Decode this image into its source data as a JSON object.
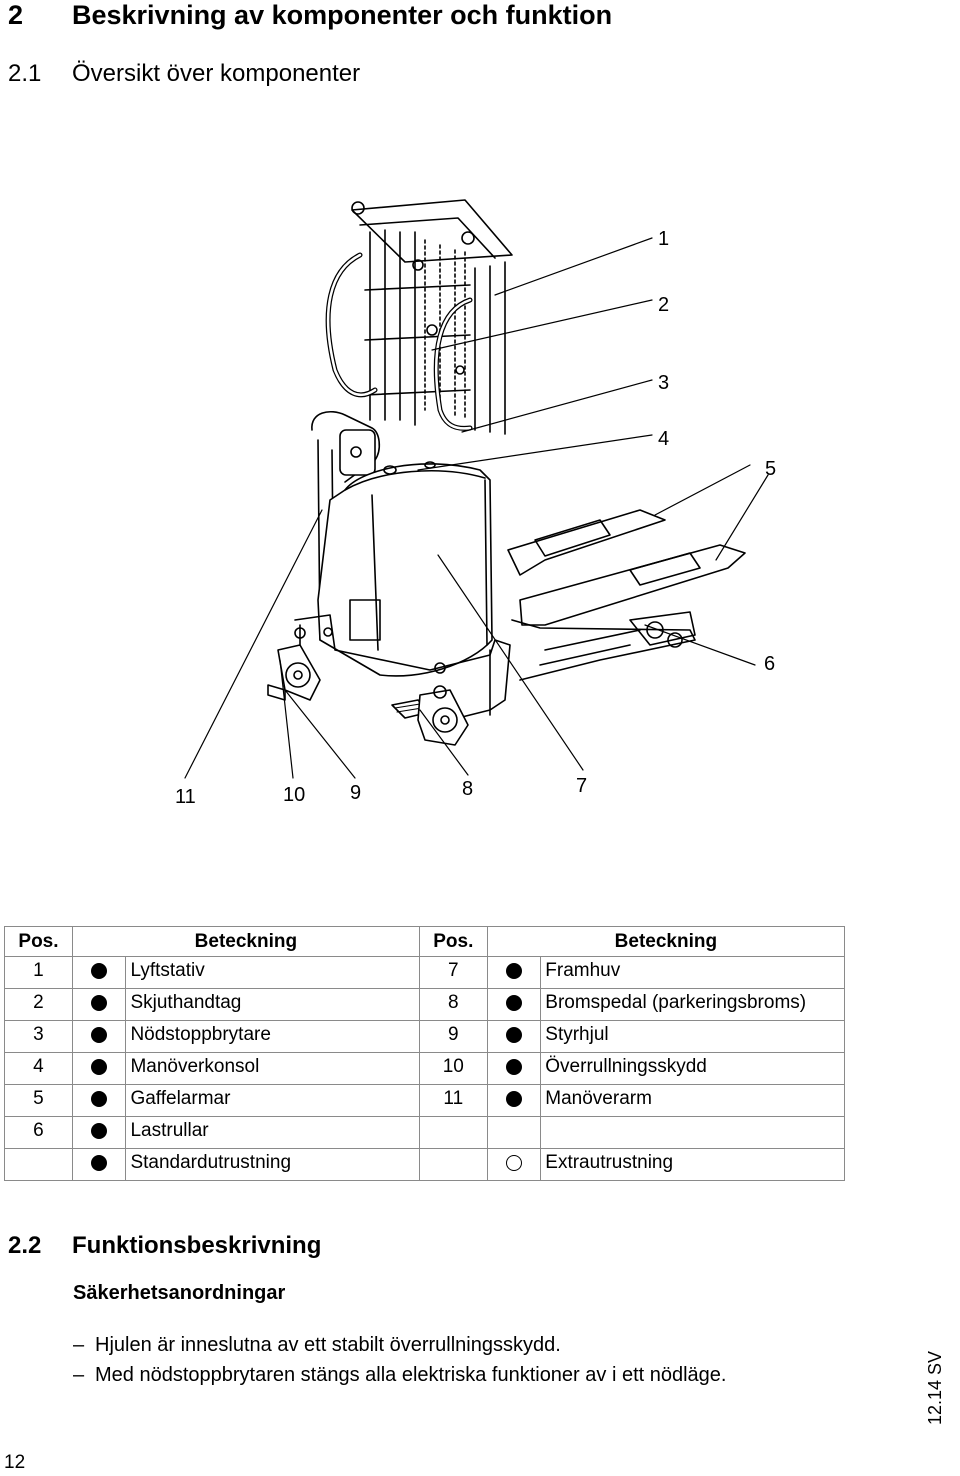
{
  "heading": {
    "number": "2",
    "title": "Beskrivning av komponenter och funktion"
  },
  "subheading": {
    "number": "2.1",
    "title": "Översikt över komponenter"
  },
  "callouts": [
    "1",
    "2",
    "3",
    "4",
    "5",
    "6",
    "7",
    "8",
    "9",
    "10",
    "11"
  ],
  "table": {
    "header": {
      "pos1": "Pos.",
      "name1": "Beteckning",
      "pos2": "Pos.",
      "name2": "Beteckning"
    },
    "rows": [
      {
        "pos1": "1",
        "name1": "Lyftstativ",
        "pos2": "7",
        "name2": "Framhuv"
      },
      {
        "pos1": "2",
        "name1": "Skjuthandtag",
        "pos2": "8",
        "name2": "Bromspedal (parkeringsbroms)"
      },
      {
        "pos1": "3",
        "name1": "Nödstoppbrytare",
        "pos2": "9",
        "name2": "Styrhjul"
      },
      {
        "pos1": "4",
        "name1": "Manöverkonsol",
        "pos2": "10",
        "name2": "Överrullningsskydd"
      },
      {
        "pos1": "5",
        "name1": "Gaffelarmar",
        "pos2": "11",
        "name2": "Manöverarm"
      },
      {
        "pos1": "6",
        "name1": "Lastrullar",
        "pos2": "",
        "name2": ""
      }
    ],
    "legend": {
      "standard": "Standardutrustning",
      "extra": "Extrautrustning"
    }
  },
  "section22": {
    "number": "2.2",
    "title": "Funktionsbeskrivning"
  },
  "safety_heading": "Säkerhetsanordningar",
  "bullets": [
    "Hjulen är inneslutna av ett stabilt överrullningsskydd.",
    "Med nödstoppbrytaren stängs alla elektriska funktioner av i ett nödläge."
  ],
  "footer": {
    "page": "12",
    "version": "12.14 SV"
  }
}
